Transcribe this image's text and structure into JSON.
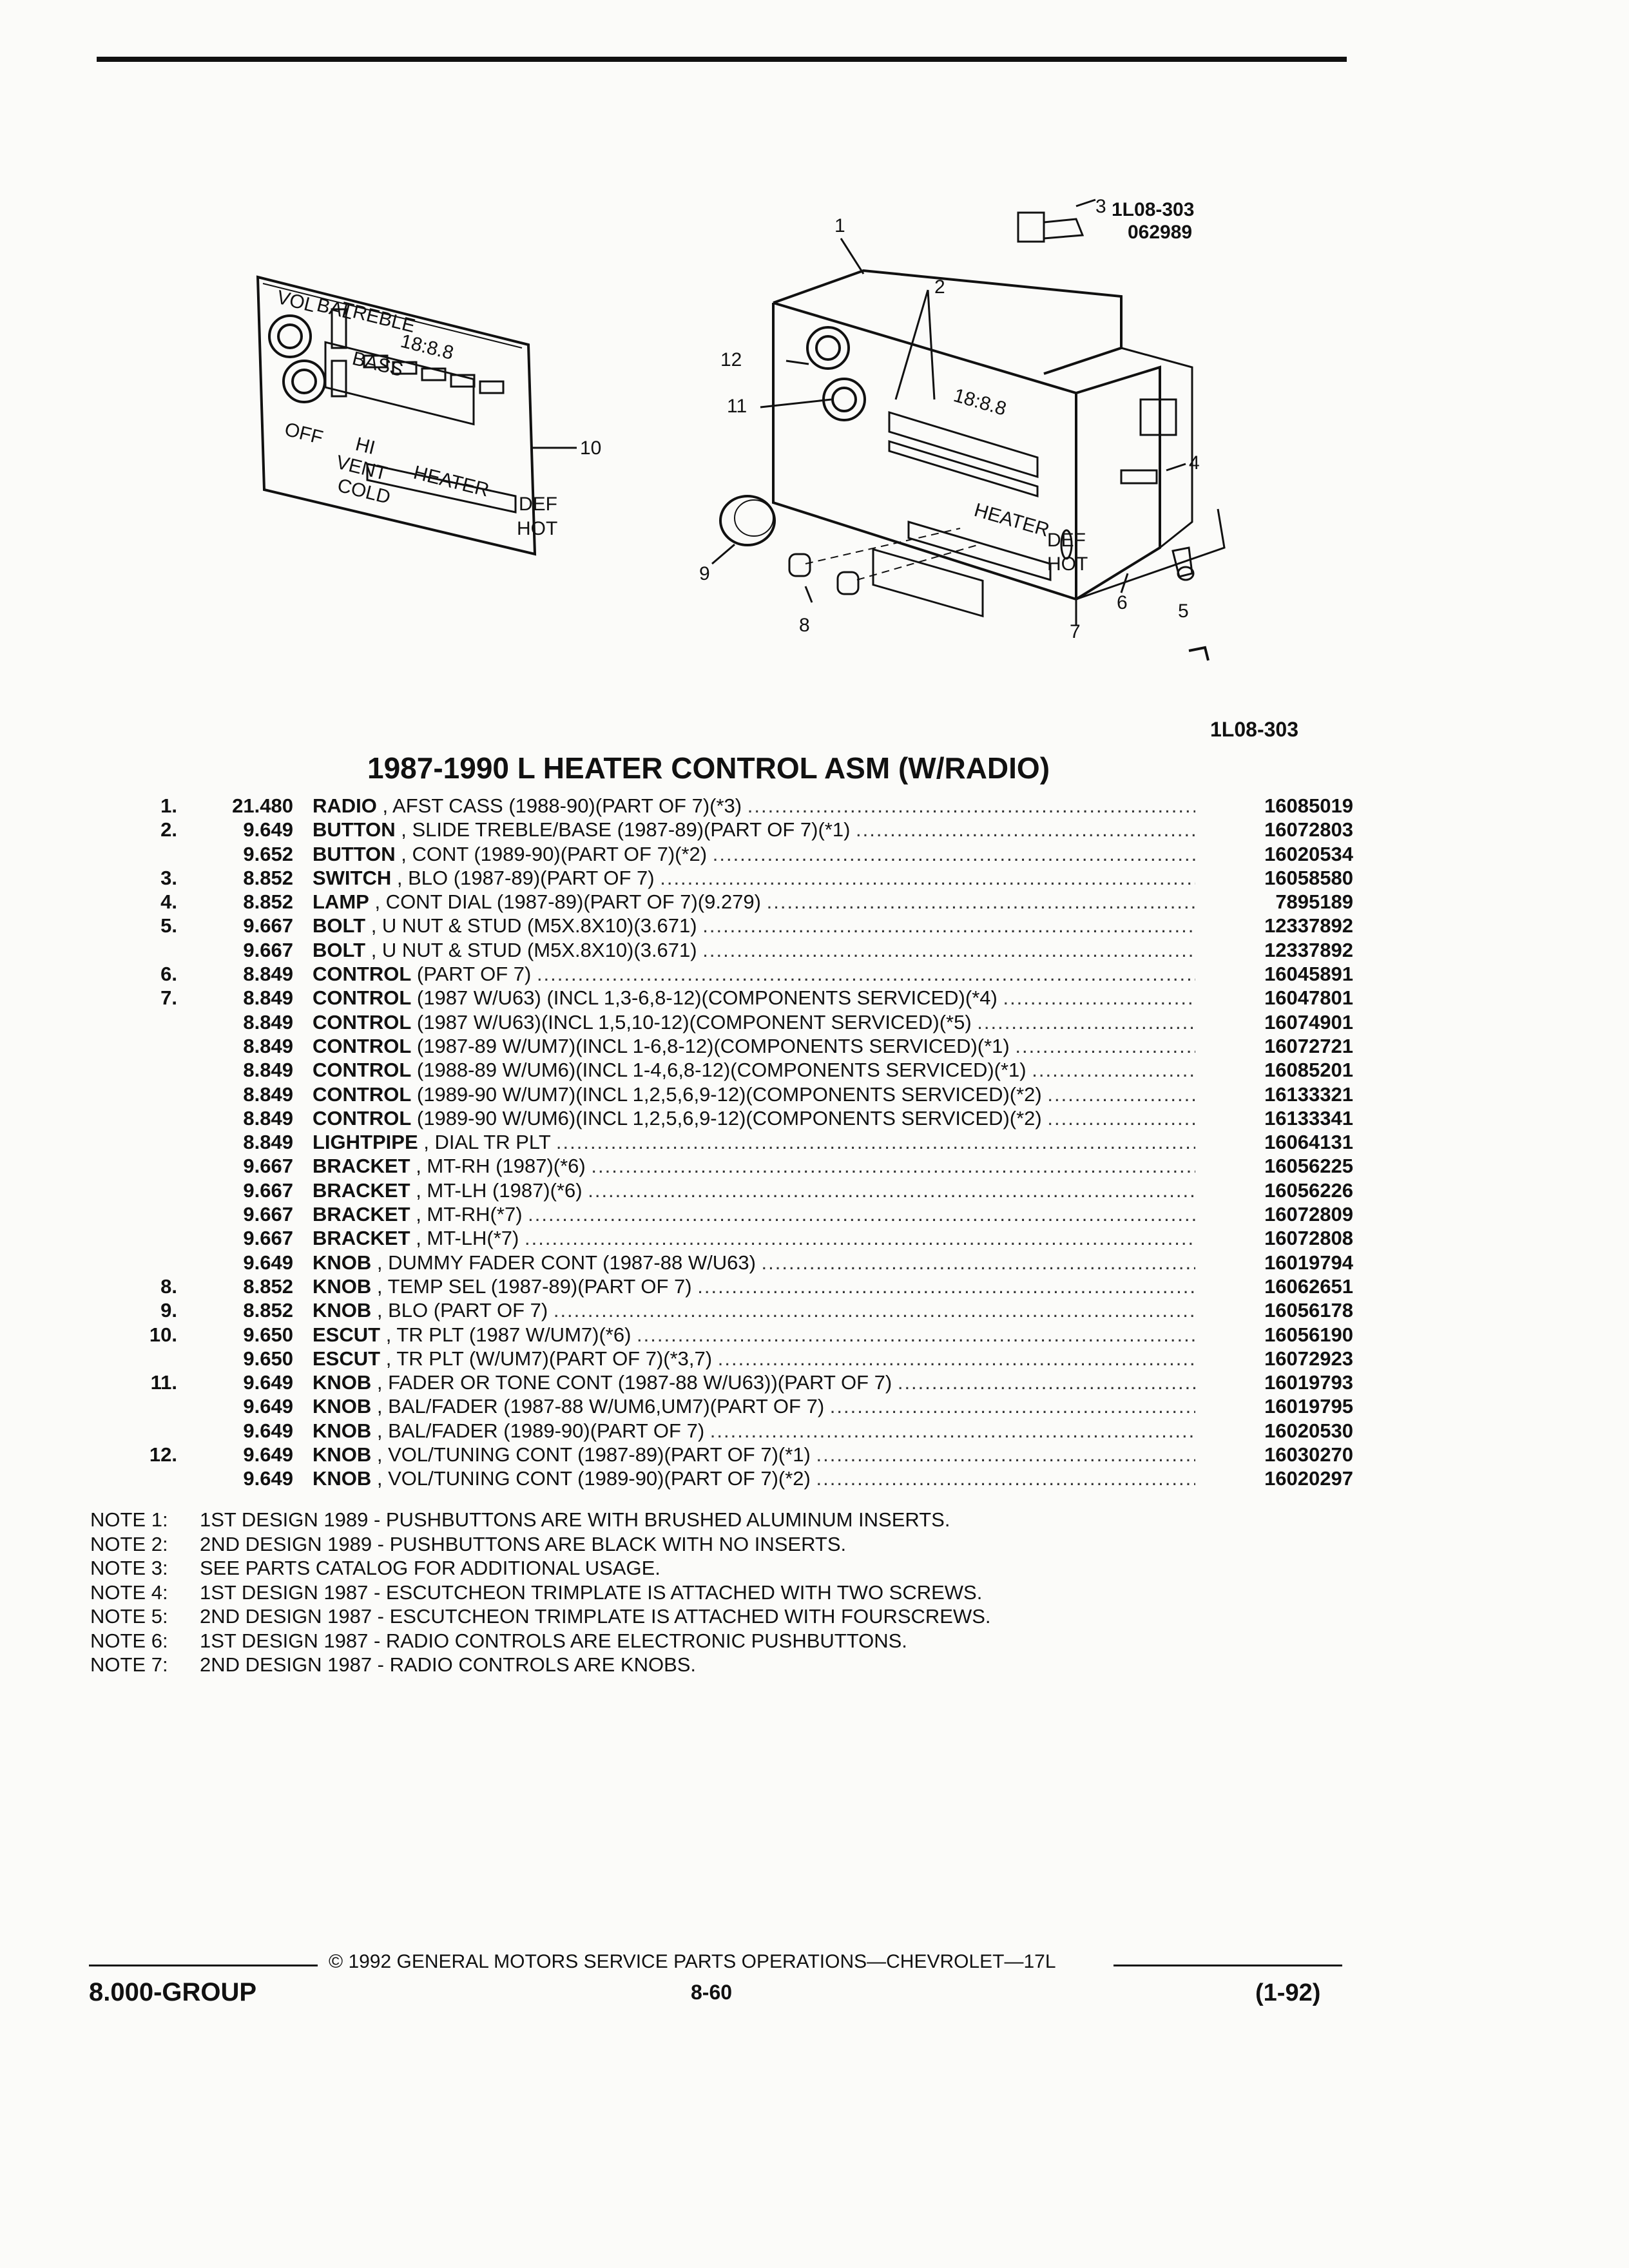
{
  "diagram": {
    "part_ref_top": "1L08-303",
    "part_ref_top_2": "062989",
    "callouts": [
      "1",
      "2",
      "3",
      "4",
      "5",
      "6",
      "7",
      "8",
      "9",
      "10",
      "11",
      "12"
    ],
    "panel_labels": {
      "vol": "VOL",
      "bal": "BAL",
      "treble": "TREBLE",
      "bass": "BASS",
      "display": "18:8.8",
      "off_hi": "OFF",
      "hi": "HI",
      "vent": "VENT",
      "heater": "HEATER",
      "cold": "COLD",
      "def": "DEF",
      "hot": "HOT"
    },
    "figure_ref": "1L08-303"
  },
  "title": "1987-1990 L HEATER CONTROL ASM (W/RADIO)",
  "parts": [
    {
      "idx": "1.",
      "group": "21.480",
      "name": "RADIO",
      "desc": ", AFST CASS (1988-90)(PART OF 7)(*3)",
      "pn": "16085019"
    },
    {
      "idx": "2.",
      "group": "9.649",
      "name": "BUTTON",
      "desc": ", SLIDE TREBLE/BASE (1987-89)(PART OF 7)(*1)",
      "pn": "16072803"
    },
    {
      "idx": "",
      "group": "9.652",
      "name": "BUTTON",
      "desc": ", CONT (1989-90)(PART OF 7)(*2)",
      "pn": "16020534"
    },
    {
      "idx": "3.",
      "group": "8.852",
      "name": "SWITCH",
      "desc": ", BLO (1987-89)(PART OF 7)",
      "pn": "16058580"
    },
    {
      "idx": "4.",
      "group": "8.852",
      "name": "LAMP",
      "desc": ", CONT DIAL (1987-89)(PART OF 7)(9.279)",
      "pn": "7895189"
    },
    {
      "idx": "5.",
      "group": "9.667",
      "name": "BOLT",
      "desc": ", U NUT & STUD (M5X.8X10)(3.671)",
      "pn": "12337892"
    },
    {
      "idx": "",
      "group": "9.667",
      "name": "BOLT",
      "desc": ", U NUT & STUD (M5X.8X10)(3.671)",
      "pn": "12337892"
    },
    {
      "idx": "6.",
      "group": "8.849",
      "name": "CONTROL",
      "desc": "(PART OF 7)",
      "pn": "16045891"
    },
    {
      "idx": "7.",
      "group": "8.849",
      "name": "CONTROL",
      "desc": "(1987 W/U63) (INCL 1,3-6,8-12)(COMPONENTS SERVICED)(*4)",
      "pn": "16047801"
    },
    {
      "idx": "",
      "group": "8.849",
      "name": "CONTROL",
      "desc": "(1987 W/U63)(INCL 1,5,10-12)(COMPONENT SERVICED)(*5)",
      "pn": "16074901"
    },
    {
      "idx": "",
      "group": "8.849",
      "name": "CONTROL",
      "desc": "(1987-89 W/UM7)(INCL 1-6,8-12)(COMPONENTS SERVICED)(*1)",
      "pn": "16072721"
    },
    {
      "idx": "",
      "group": "8.849",
      "name": "CONTROL",
      "desc": "(1988-89 W/UM6)(INCL 1-4,6,8-12)(COMPONENTS SERVICED)(*1)",
      "pn": "16085201"
    },
    {
      "idx": "",
      "group": "8.849",
      "name": "CONTROL",
      "desc": "(1989-90 W/UM7)(INCL 1,2,5,6,9-12)(COMPONENTS SERVICED)(*2)",
      "pn": "16133321"
    },
    {
      "idx": "",
      "group": "8.849",
      "name": "CONTROL",
      "desc": "(1989-90 W/UM6)(INCL 1,2,5,6,9-12)(COMPONENTS SERVICED)(*2)",
      "pn": "16133341"
    },
    {
      "idx": "",
      "group": "8.849",
      "name": "LIGHTPIPE",
      "desc": ", DIAL TR PLT",
      "pn": "16064131"
    },
    {
      "idx": "",
      "group": "9.667",
      "name": "BRACKET",
      "desc": ", MT-RH (1987)(*6)",
      "pn": "16056225"
    },
    {
      "idx": "",
      "group": "9.667",
      "name": "BRACKET",
      "desc": ", MT-LH (1987)(*6)",
      "pn": "16056226"
    },
    {
      "idx": "",
      "group": "9.667",
      "name": "BRACKET",
      "desc": ", MT-RH(*7)",
      "pn": "16072809"
    },
    {
      "idx": "",
      "group": "9.667",
      "name": "BRACKET",
      "desc": ", MT-LH(*7)",
      "pn": "16072808"
    },
    {
      "idx": "",
      "group": "9.649",
      "name": "KNOB",
      "desc": ", DUMMY FADER CONT (1987-88 W/U63)",
      "pn": "16019794"
    },
    {
      "idx": "8.",
      "group": "8.852",
      "name": "KNOB",
      "desc": ", TEMP SEL (1987-89)(PART OF 7)",
      "pn": "16062651"
    },
    {
      "idx": "9.",
      "group": "8.852",
      "name": "KNOB",
      "desc": ", BLO (PART OF 7)",
      "pn": "16056178"
    },
    {
      "idx": "10.",
      "group": "9.650",
      "name": "ESCUT",
      "desc": ", TR PLT (1987 W/UM7)(*6)",
      "pn": "16056190"
    },
    {
      "idx": "",
      "group": "9.650",
      "name": "ESCUT",
      "desc": ", TR PLT (W/UM7)(PART OF 7)(*3,7)",
      "pn": "16072923"
    },
    {
      "idx": "11.",
      "group": "9.649",
      "name": "KNOB",
      "desc": ", FADER OR TONE CONT (1987-88 W/U63))(PART OF 7)",
      "pn": "16019793"
    },
    {
      "idx": "",
      "group": "9.649",
      "name": "KNOB",
      "desc": ", BAL/FADER (1987-88 W/UM6,UM7)(PART OF 7)",
      "pn": "16019795"
    },
    {
      "idx": "",
      "group": "9.649",
      "name": "KNOB",
      "desc": ", BAL/FADER (1989-90)(PART OF 7)",
      "pn": "16020530"
    },
    {
      "idx": "12.",
      "group": "9.649",
      "name": "KNOB",
      "desc": ", VOL/TUNING CONT (1987-89)(PART OF 7)(*1)",
      "pn": "16030270"
    },
    {
      "idx": "",
      "group": "9.649",
      "name": "KNOB",
      "desc": ", VOL/TUNING CONT (1989-90)(PART OF 7)(*2)",
      "pn": "16020297"
    }
  ],
  "notes": [
    {
      "label": "NOTE 1:",
      "text": "1ST DESIGN 1989 - PUSHBUTTONS ARE WITH BRUSHED ALUMINUM INSERTS."
    },
    {
      "label": "NOTE 2:",
      "text": "2ND DESIGN 1989 - PUSHBUTTONS ARE BLACK WITH NO INSERTS."
    },
    {
      "label": "NOTE 3:",
      "text": "SEE PARTS CATALOG FOR ADDITIONAL USAGE."
    },
    {
      "label": "NOTE 4:",
      "text": "1ST DESIGN 1987 - ESCUTCHEON TRIMPLATE IS ATTACHED WITH TWO SCREWS."
    },
    {
      "label": "NOTE 5:",
      "text": "2ND DESIGN 1987 - ESCUTCHEON TRIMPLATE IS ATTACHED WITH FOURSCREWS."
    },
    {
      "label": "NOTE 6:",
      "text": "1ST DESIGN 1987 - RADIO CONTROLS ARE ELECTRONIC PUSHBUTTONS."
    },
    {
      "label": "NOTE 7:",
      "text": "2ND DESIGN 1987 - RADIO CONTROLS ARE KNOBS."
    }
  ],
  "footer": {
    "copyright": "© 1992 GENERAL MOTORS SERVICE PARTS OPERATIONS—CHEVROLET—17L",
    "group": "8.000-GROUP",
    "page": "8-60",
    "date": "(1-92)"
  }
}
